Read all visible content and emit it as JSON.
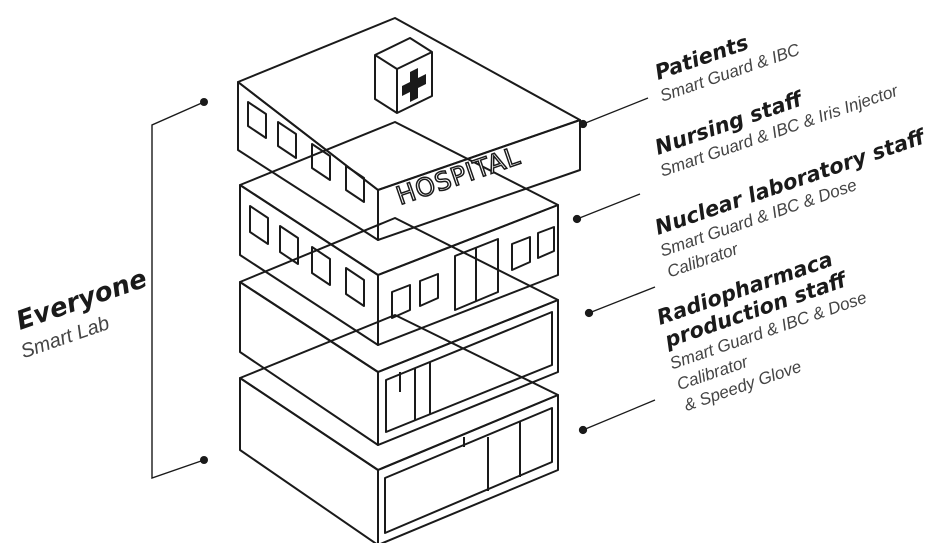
{
  "building": {
    "sign_text": "HOSPITAL",
    "cross_icon": "medical-cross-icon"
  },
  "left_label": {
    "title": "Everyone",
    "subtitle": "Smart Lab"
  },
  "right_labels": [
    {
      "title": "Patients",
      "subtitle": "Smart Guard & IBC"
    },
    {
      "title": "Nursing staff",
      "subtitle": "Smart Guard & IBC & Iris Injector"
    },
    {
      "title": "Nuclear laboratory staff",
      "subtitle_line1": "Smart Guard & IBC & Dose",
      "subtitle_line2": "Calibrator"
    },
    {
      "title_line1": "Radiopharmaca",
      "title_line2": "production staff",
      "subtitle_line1": "Smart Guard & IBC & Dose",
      "subtitle_line2": "Calibrator",
      "subtitle_line3": "& Speedy Glove"
    }
  ],
  "colors": {
    "ink": "#1a1a1a",
    "subtle_text": "#444444",
    "background": "#ffffff"
  }
}
